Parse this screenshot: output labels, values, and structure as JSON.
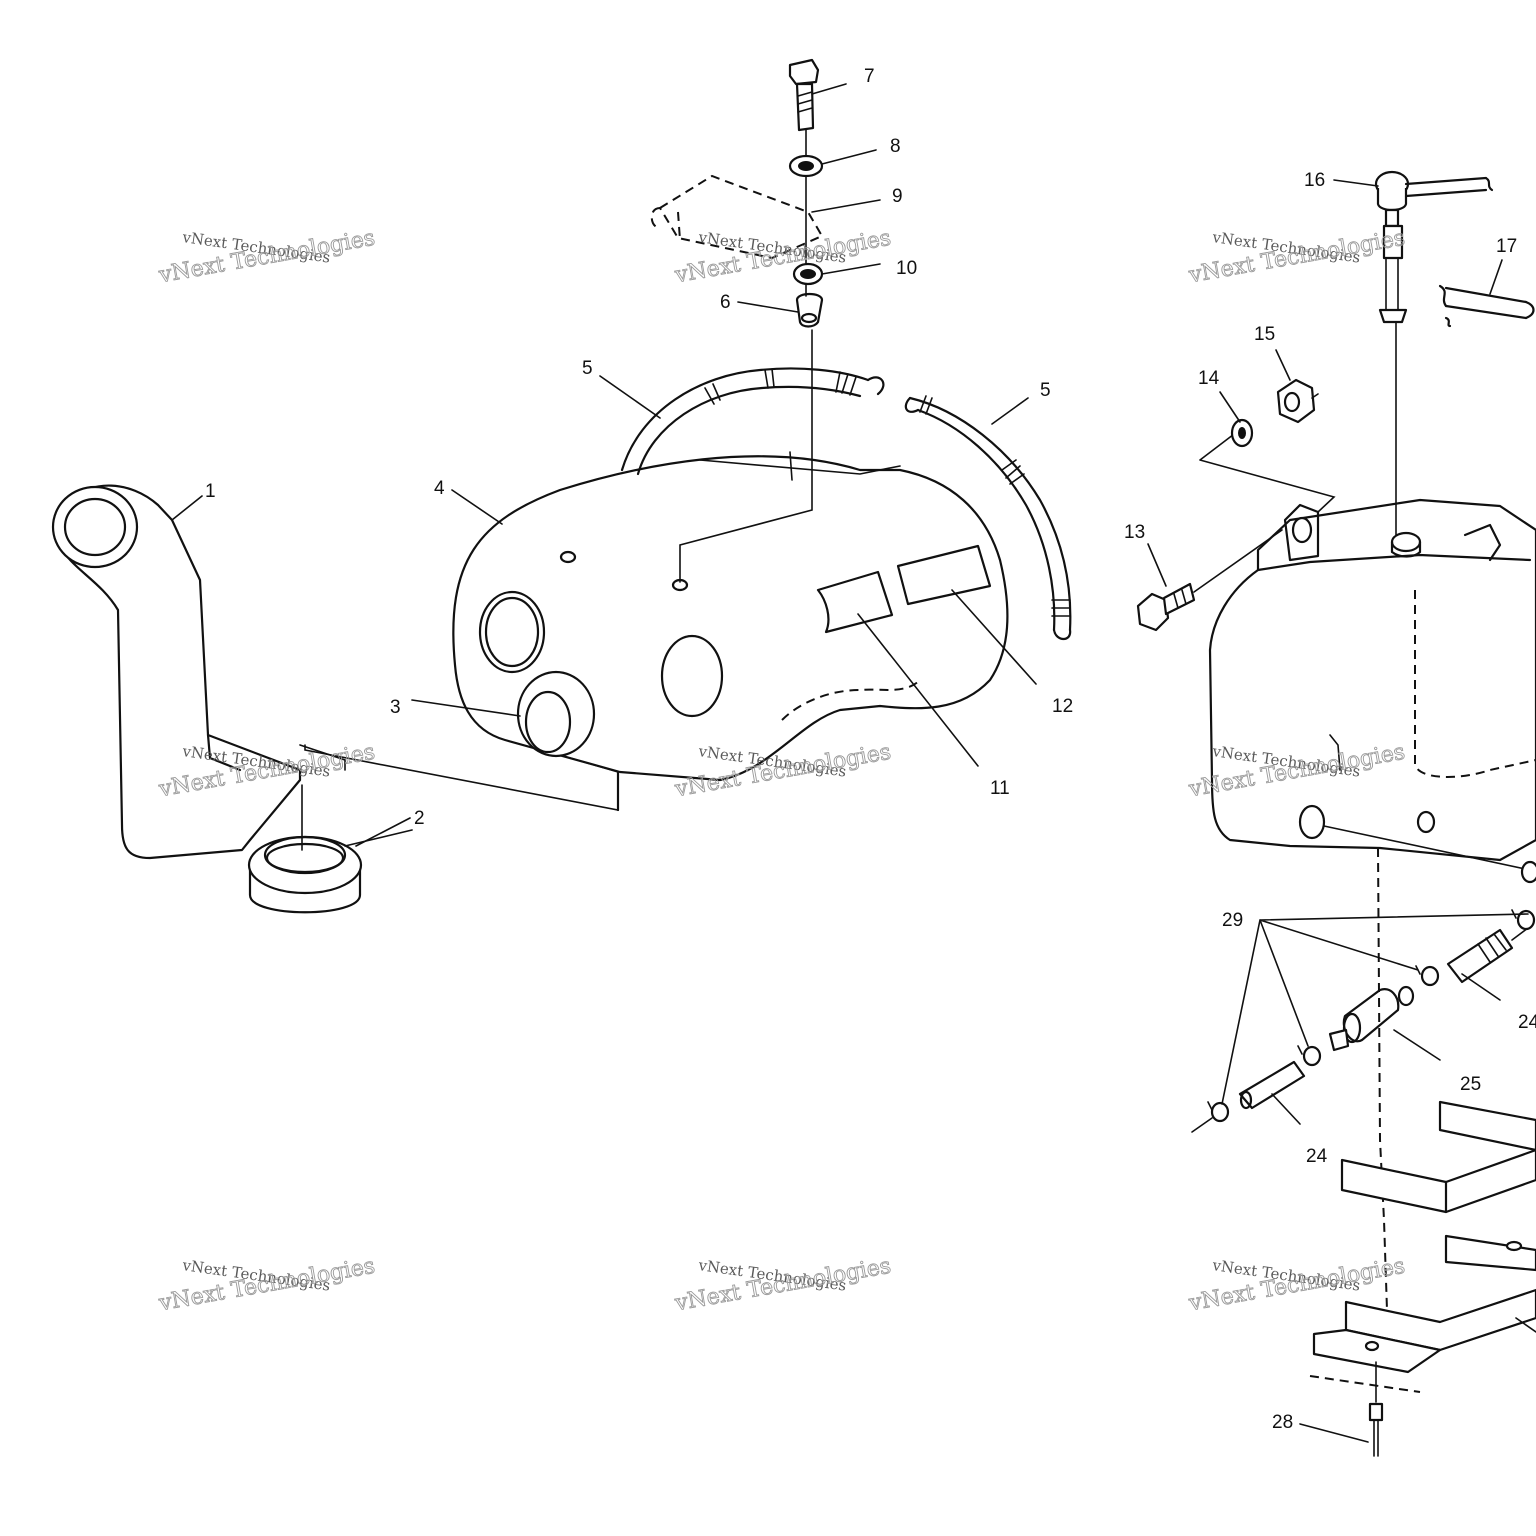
{
  "callouts": {
    "c1": "1",
    "c2": "2",
    "c3": "3",
    "c4": "4",
    "c5a": "5",
    "c5b": "5",
    "c6": "6",
    "c7": "7",
    "c8": "8",
    "c9": "9",
    "c10": "10",
    "c11": "11",
    "c12": "12",
    "c13": "13",
    "c14": "14",
    "c15": "15",
    "c16": "16",
    "c17": "17",
    "c24a": "24",
    "c24b": "24",
    "c25": "25",
    "c28": "28",
    "c29": "29"
  },
  "watermark": {
    "line1": "vNext Technologies",
    "line2": "vNext Technologies"
  },
  "colors": {
    "ink": "#111111",
    "background": "#ffffff",
    "watermark": "#9a9a9a"
  }
}
